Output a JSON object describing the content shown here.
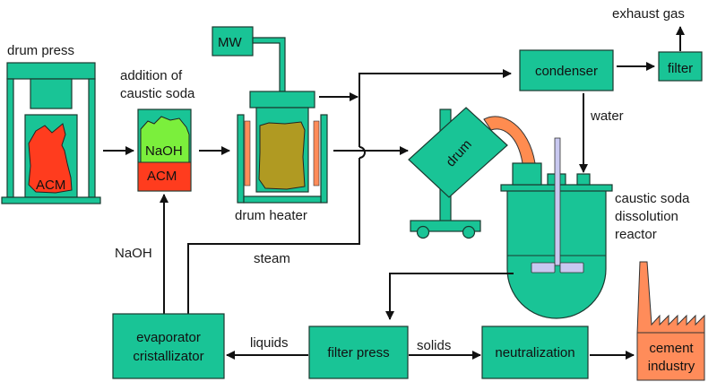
{
  "title": "Asbestos-containing material (ACM) treatment process flow",
  "colors": {
    "equipment": "#19c496",
    "acm": "#ff3c1e",
    "naoh": "#7bef3c",
    "heater_element": "#ff8c5a",
    "drum_content": "#b09a22",
    "pipe": "#ff8c50",
    "stirrer": "#c8c8f0",
    "factory": "#ff8c5a",
    "line": "#111111"
  },
  "labels": {
    "drum_press": "drum press",
    "addition_line1": "addition of",
    "addition_line2": "caustic soda",
    "naoh_layer": "NaOH",
    "acm_layer": "ACM",
    "acm_in_press": "ACM",
    "mw": "MW",
    "drum_heater": "drum heater",
    "drum": "drum",
    "condenser": "condenser",
    "filter": "filter",
    "exhaust_gas": "exhaust gas",
    "water": "water",
    "reactor_line1": "caustic soda",
    "reactor_line2": "dissolution",
    "reactor_line3": "reactor",
    "naoh_flow": "NaOH",
    "steam": "steam",
    "evaporator_line1": "evaporator",
    "evaporator_line2": "cristallizator",
    "liquids": "liquids",
    "filter_press": "filter press",
    "solids": "solids",
    "neutralization": "neutralization",
    "cement_line1": "cement",
    "cement_line2": "industry"
  }
}
